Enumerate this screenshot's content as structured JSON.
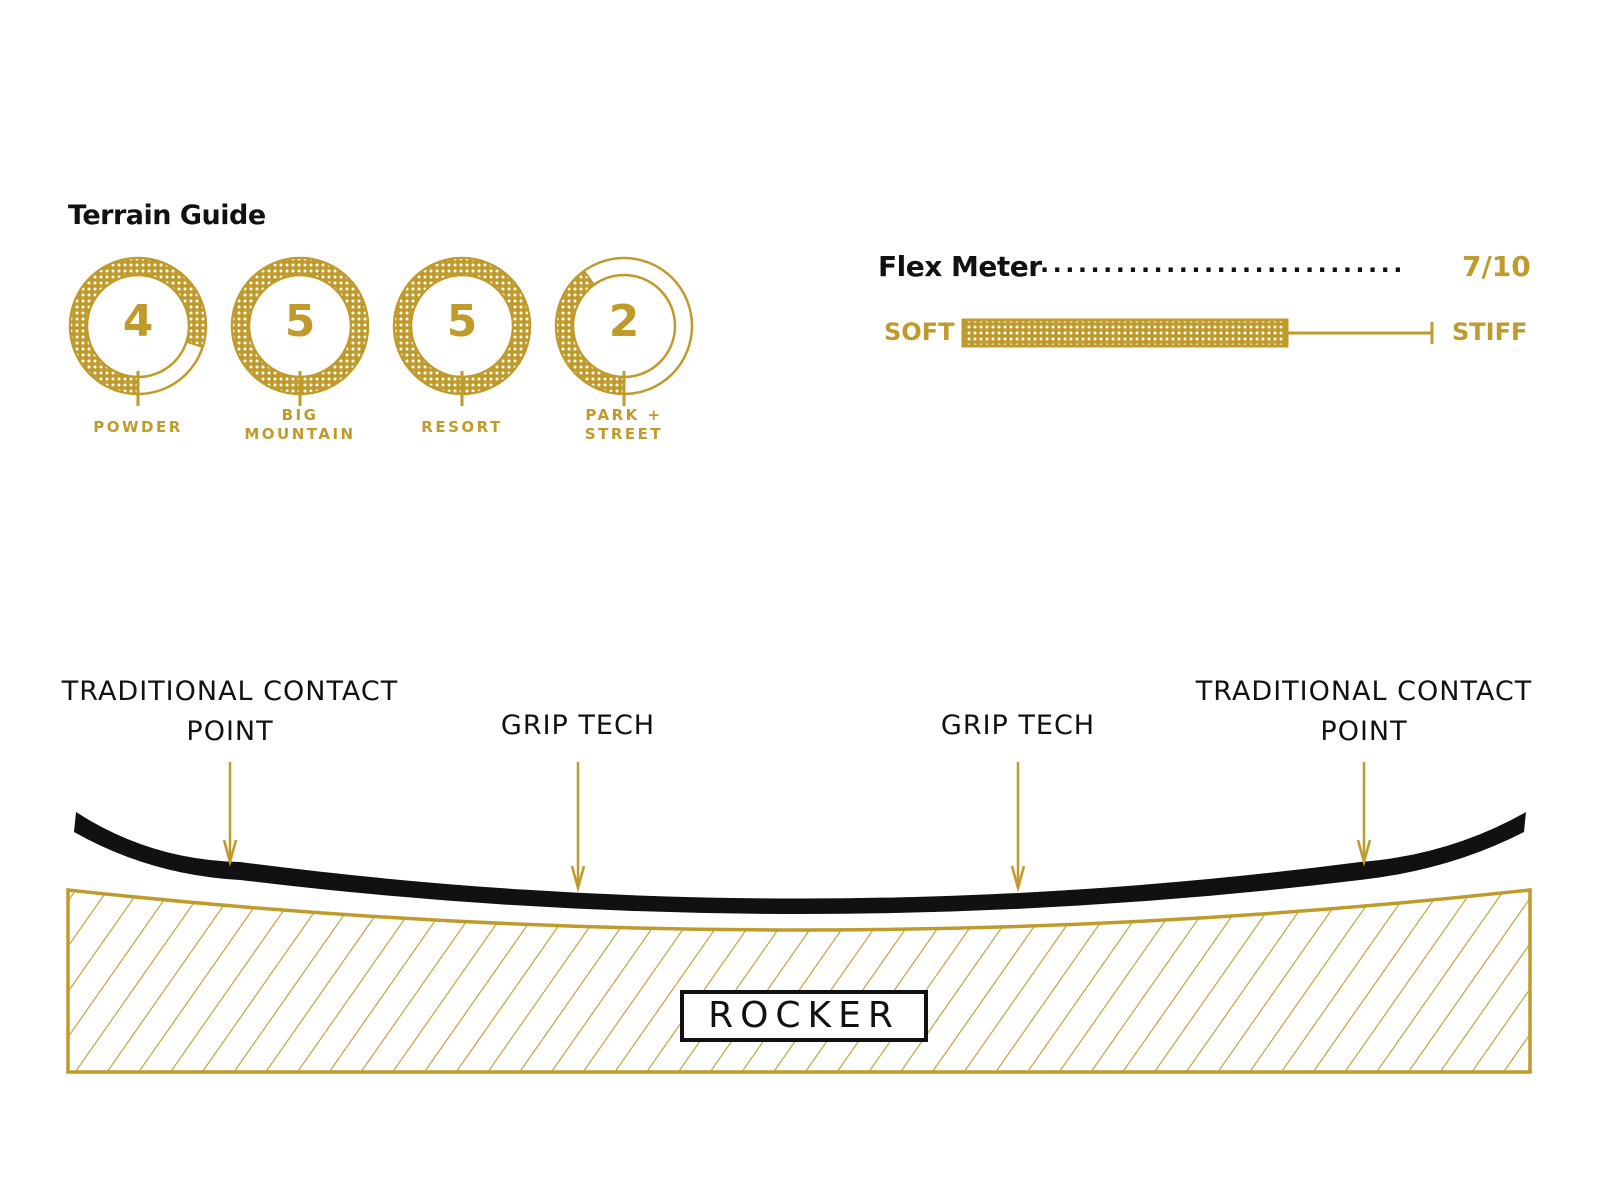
{
  "colors": {
    "accent": "#c09a2a",
    "ink": "#111111",
    "background": "#ffffff"
  },
  "terrain_guide": {
    "title": "Terrain Guide",
    "scale_max": 5,
    "gauges": [
      {
        "value": "4",
        "fill": 0.8,
        "label_lines": [
          "POWDER"
        ]
      },
      {
        "value": "5",
        "fill": 1.0,
        "label_lines": [
          "BIG",
          "MOUNTAIN"
        ]
      },
      {
        "value": "5",
        "fill": 1.0,
        "label_lines": [
          "RESORT"
        ]
      },
      {
        "value": "2",
        "fill": 0.4,
        "label_lines": [
          "PARK +",
          "STREET"
        ]
      }
    ]
  },
  "flex_meter": {
    "title": "Flex Meter",
    "leader": ".............................",
    "rating": "7/10",
    "fill": 0.7,
    "min_label": "SOFT",
    "max_label": "STIFF"
  },
  "profile": {
    "callouts": [
      {
        "lines": [
          "TRADITIONAL CONTACT",
          "POINT"
        ]
      },
      {
        "lines": [
          "GRIP TECH"
        ]
      },
      {
        "lines": [
          "GRIP TECH"
        ]
      },
      {
        "lines": [
          "TRADITIONAL CONTACT",
          "POINT"
        ]
      }
    ],
    "label": "ROCKER"
  }
}
